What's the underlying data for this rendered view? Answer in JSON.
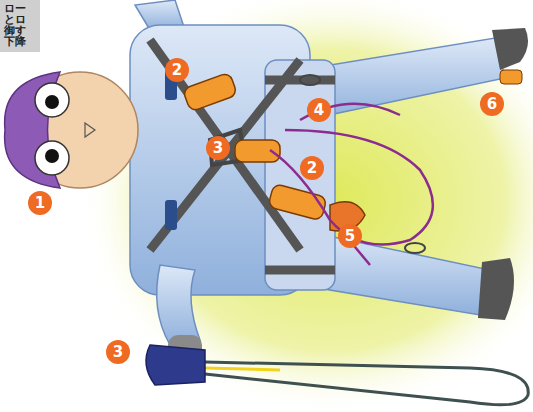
{
  "diagram": {
    "nodes": [
      {
        "text": [
          "ロー とロ 御す 下降"
        ]
      }
    ],
    "labels": [
      "1",
      "2",
      "2",
      "3",
      "3",
      "4",
      "5",
      "6"
    ]
  }
}
